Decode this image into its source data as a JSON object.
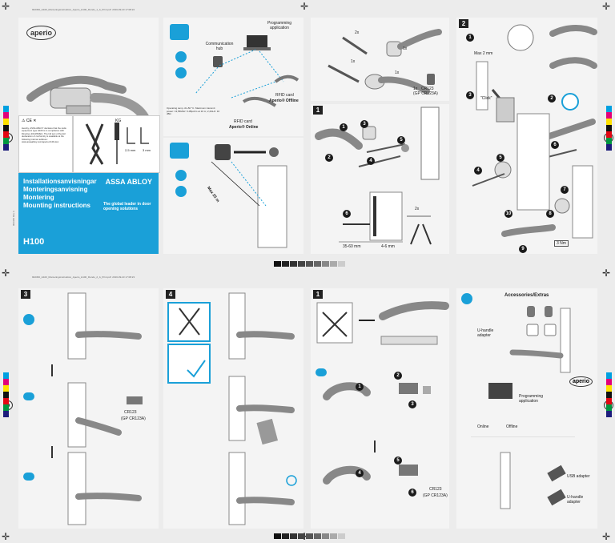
{
  "top": {
    "header_left": "902360_H100_Monteringsinstruktion_Aperio_H100_Rondo_1_A_Print.pdf",
    "header_mid": "2016-09-23 17:08:22"
  },
  "bottom": {
    "header_left": "902360_H100_Monteringsinstruktion_Aperio_H100_Rondo_2_A_Print.pdf",
    "header_mid": "2016-09-23 17:08:23"
  },
  "cover": {
    "logo": "aperio",
    "brand": "ASSA ABLOY",
    "titles": [
      "Installationsanvisningar",
      "Monteringsanvisning",
      "Montering",
      "Mounting instructions"
    ],
    "tagline": "The global leader in door opening solutions",
    "model": "H100",
    "doc_code": "902360 Rev A",
    "tool_labels": [
      "KG",
      "2,5 mm",
      "3 mm"
    ],
    "compliance_text": "Hereby, ASSA ABLOY declares that the radio equipment type H100 is in compliance with Directive 2014/53/EU. The full text of the EU declaration of conformity is available at the following internet address: www.assaabloy.com/aperio-h100-doc"
  },
  "panel_a": {
    "labels": {
      "programming_app": "Programming application",
      "comm_hub": "Communication hub",
      "rfid_offline": "RFID card",
      "aperio_offline": "Aperio® Offline",
      "rfid_online": "RFID card",
      "aperio_online": "Aperio® Online"
    },
    "specs": "Operating temp -0/+50 °C. Maximum transmit power: 13,56MHz: 6 dBμA/m at 10 m; 2,4GHz: 10 dBm"
  },
  "panel_b": {
    "max_label": "Max 25 m"
  },
  "panel_c": {
    "qty_1x_a": "1x",
    "qty_1x_b": "1x",
    "qty_1x_c": "1x",
    "qty_2x": "2x",
    "battery_qty": "1x",
    "battery": "CR123",
    "battery_alt": "(GP CR123A)"
  },
  "panel_1": {
    "num": "1",
    "dim_a": "35-60 mm",
    "dim_b": "4-6 mm",
    "qty_2x": "2x"
  },
  "panel_2": {
    "num": "2",
    "max_label": "Max 2 mm",
    "click": "\"Click\"",
    "torque": "3 Nm"
  },
  "panel_3": {
    "num": "3",
    "battery": "CR123",
    "battery_alt": "(GP CR123A)"
  },
  "panel_4": {
    "num": "4"
  },
  "panel_5": {
    "num": "1",
    "battery": "CR123",
    "battery_alt": "(GP CR123A)"
  },
  "panel_accessories": {
    "title": "Accessories/Extras",
    "u_handle_adapter": "U-handle adapter",
    "programming_app": "Programming application",
    "online": "Online",
    "offline": "Offline",
    "usb_adapter": "USB adapter",
    "u_handle_adapter_2": "U-handle adapter",
    "logo": "aperio"
  },
  "colors": {
    "accent": "#1aa0d8",
    "dark": "#1a1a1a"
  }
}
